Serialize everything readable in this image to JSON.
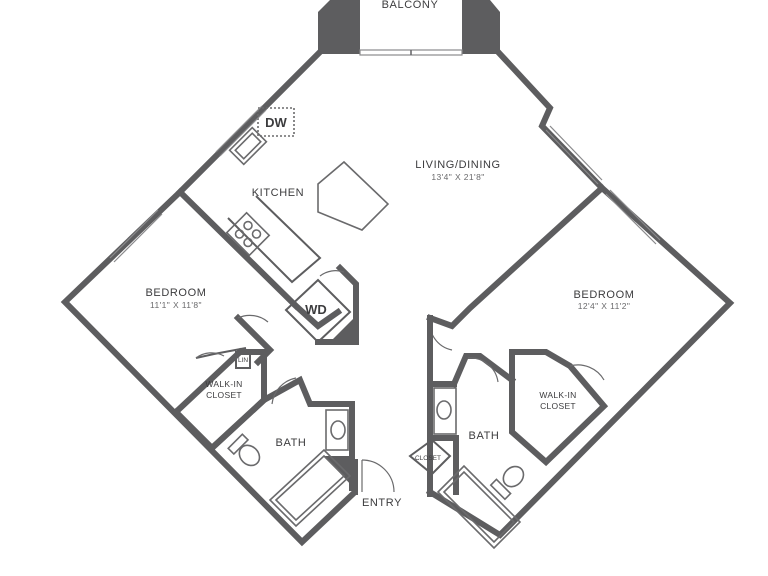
{
  "labels": {
    "balcony": "BALCONY",
    "living": "LIVING/DINING",
    "living_dim": "13'4\" X 21'8\"",
    "kitchen": "KITCHEN",
    "dw": "DW",
    "wd": "WD",
    "bedroom_left": "BEDROOM",
    "bedroom_left_dim": "11'1\" X 11'8\"",
    "bedroom_right": "BEDROOM",
    "bedroom_right_dim": "12'4\" X 11'2\"",
    "walkin_left_1": "WALK-IN",
    "walkin_left_2": "CLOSET",
    "lin": "LIN",
    "bath_left": "BATH",
    "bath_right": "BATH",
    "walkin_right_1": "WALK-IN",
    "walkin_right_2": "CLOSET",
    "closet": "CLOSET",
    "entry": "ENTRY"
  },
  "colors": {
    "wall": "#5d5d5f",
    "text": "#3c3c3e",
    "background": "#ffffff"
  }
}
